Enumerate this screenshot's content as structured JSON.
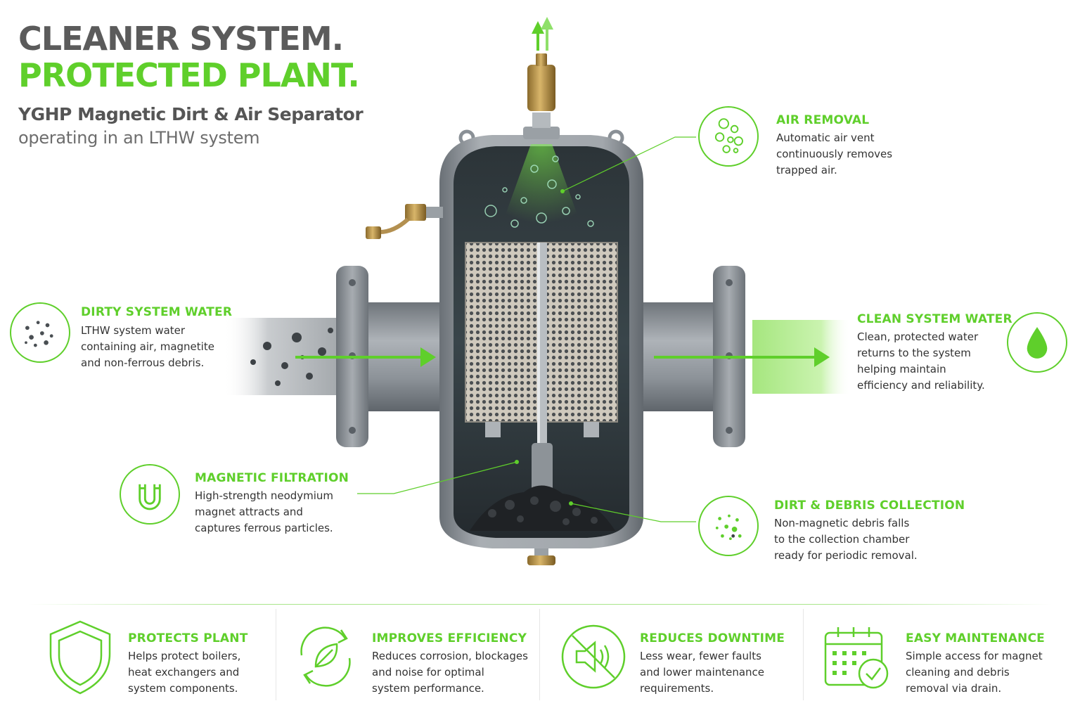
{
  "colors": {
    "accent": "#5fcf2b",
    "heading_gray": "#5b5b5b",
    "steel": "#8e949a",
    "steel_dark": "#646a70"
  },
  "header": {
    "title_line1": "CLEANER SYSTEM.",
    "title_line2": "PROTECTED PLANT.",
    "subtitle_line1": "YGHP Magnetic Dirt & Air Separator",
    "subtitle_line2": "operating in an LTHW system"
  },
  "callouts": {
    "air": {
      "title": "AIR REMOVAL",
      "lines": [
        "Automatic air vent",
        "continuously removes",
        "trapped air."
      ],
      "icon": "bubbles-icon"
    },
    "dirty": {
      "title": "DIRTY SYSTEM WATER",
      "lines": [
        "LTHW system water",
        "containing air, magnetite",
        "and non-ferrous debris."
      ],
      "icon": "particles-icon"
    },
    "clean": {
      "title": "CLEAN SYSTEM WATER",
      "lines": [
        "Clean, protected water",
        "returns to the system",
        "helping maintain",
        "efficiency and reliability."
      ],
      "icon": "water-drop-icon"
    },
    "magnetic": {
      "title": "MAGNETIC FILTRATION",
      "lines": [
        "High-strength neodymium",
        "magnet attracts and",
        "captures ferrous particles."
      ],
      "icon": "magnet-icon"
    },
    "debris": {
      "title": "DIRT & DEBRIS COLLECTION",
      "lines": [
        "Non-magnetic debris falls",
        "to the collection chamber",
        "ready for periodic removal."
      ],
      "icon": "debris-icon"
    }
  },
  "features": [
    {
      "title": "PROTECTS PLANT",
      "lines": [
        "Helps protect boilers,",
        "heat exchangers and",
        "system components."
      ],
      "icon": "shield-icon"
    },
    {
      "title": "IMPROVES EFFICIENCY",
      "lines": [
        "Reduces corrosion, blockages",
        "and noise for optimal",
        "system performance."
      ],
      "icon": "leaf-cycle-icon"
    },
    {
      "title": "REDUCES DOWNTIME",
      "lines": [
        "Less wear, fewer faults",
        "and lower maintenance",
        "requirements."
      ],
      "icon": "muted-speaker-icon"
    },
    {
      "title": "EASY MAINTENANCE",
      "lines": [
        "Simple access for magnet",
        "cleaning and debris",
        "removal via drain."
      ],
      "icon": "calendar-check-icon"
    }
  ]
}
